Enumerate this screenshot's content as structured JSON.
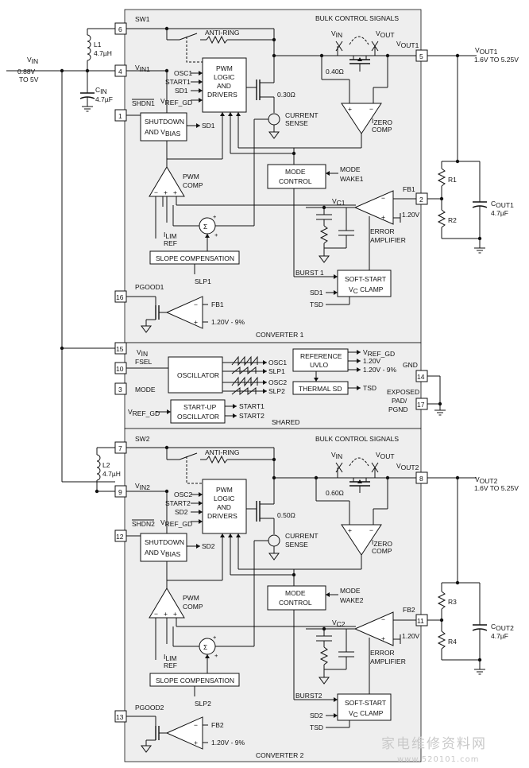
{
  "ext": {
    "vin": "V",
    "vin_sub": "IN",
    "vin_range1": "0.88V",
    "vin_range2": "TO 5V",
    "l1": "L1",
    "l1_val": "4.7µH",
    "cin": "C",
    "cin_sub": "IN",
    "cin_val": "4.7µF",
    "l2": "L2",
    "l2_val": "4.7µH",
    "vout1": "V",
    "vout1_sub": "OUT1",
    "vout1_range": "1.6V TO 5.25V",
    "vout2": "V",
    "vout2_sub": "OUT2",
    "vout2_range": "1.6V TO 5.25V",
    "r1": "R1",
    "r2": "R2",
    "r3": "R3",
    "r4": "R4",
    "cout1": "C",
    "cout1_sub": "OUT1",
    "cout1_val": "4.7µF",
    "cout2": "C",
    "cout2_sub": "OUT2",
    "cout2_val": "4.7µF"
  },
  "conv1": {
    "sw": "SW1",
    "vin_pin": "V",
    "vin_pin_sub": "IN1",
    "shdn": "SHDN1",
    "pgood": "PGOOD1",
    "fb": "FB1",
    "vout_pin": "V",
    "vout_pin_sub": "OUT1",
    "bulk": "BULK CONTROL SIGNALS",
    "sw_vin": "V",
    "sw_vin_sub": "IN",
    "sw_vout": "V",
    "sw_vout_sub": "OUT",
    "anti_ring": "ANTI-RING",
    "pwm_line1": "PWM",
    "pwm_line2": "LOGIC",
    "pwm_line3": "AND",
    "pwm_line4": "DRIVERS",
    "osc": "OSC1",
    "start": "START1",
    "sd": "SD1",
    "vref": "V",
    "vref_sub": "REF_GD",
    "shutdown_line1": "SHUTDOWN",
    "shutdown_line2": "AND V",
    "shutdown_line2_sub": "BIAS",
    "shutdown_out": "SD1",
    "r_sync": "0.40Ω",
    "r_nmos": "0.30Ω",
    "current_sense1": "CURRENT",
    "current_sense2": "SENSE",
    "izero": "I",
    "izero_sub": "ZERO",
    "izero_comp": "COMP",
    "mode_line1": "MODE",
    "mode_line2": "CONTROL",
    "mode_wake1": "MODE",
    "mode_wake2": "WAKE1",
    "pwm_comp1": "PWM",
    "pwm_comp2": "COMP",
    "ilim1": "I",
    "ilim1_sub": "LIM",
    "ilim2": "REF",
    "slope": "SLOPE COMPENSATION",
    "slp": "SLP1",
    "vc": "V",
    "vc_sub": "C1",
    "ref_120": "1.20V",
    "err1": "ERROR",
    "err2": "AMPLIFIER",
    "burst": "BURST 1",
    "softstart1": "SOFT-START",
    "softstart2": "V",
    "softstart2_sub": "C",
    "softstart2_tail": " CLAMP",
    "ss_sd": "SD1",
    "ss_tsd": "TSD",
    "pg_fb": "FB1",
    "pg_ref": "1.20V - 9%",
    "label": "CONVERTER 1"
  },
  "conv2": {
    "sw": "SW2",
    "vin_pin": "V",
    "vin_pin_sub": "IN2",
    "shdn": "SHDN2",
    "pgood": "PGOOD2",
    "fb": "FB2",
    "vout_pin": "V",
    "vout_pin_sub": "OUT2",
    "bulk": "BULK CONTROL SIGNALS",
    "sw_vin": "V",
    "sw_vin_sub": "IN",
    "sw_vout": "V",
    "sw_vout_sub": "OUT",
    "anti_ring": "ANTI-RING",
    "pwm_line1": "PWM",
    "pwm_line2": "LOGIC",
    "pwm_line3": "AND",
    "pwm_line4": "DRIVERS",
    "osc": "OSC2",
    "start": "START2",
    "sd": "SD2",
    "vref": "V",
    "vref_sub": "REF_GD",
    "shutdown_line1": "SHUTDOWN",
    "shutdown_line2": "AND V",
    "shutdown_line2_sub": "BIAS",
    "shutdown_out": "SD2",
    "r_sync": "0.60Ω",
    "r_nmos": "0.50Ω",
    "current_sense1": "CURRENT",
    "current_sense2": "SENSE",
    "izero": "I",
    "izero_sub": "ZERO",
    "izero_comp": "COMP",
    "mode_line1": "MODE",
    "mode_line2": "CONTROL",
    "mode_wake1": "MODE",
    "mode_wake2": "WAKE2",
    "pwm_comp1": "PWM",
    "pwm_comp2": "COMP",
    "ilim1": "I",
    "ilim1_sub": "LIM",
    "ilim2": "REF",
    "slope": "SLOPE COMPENSATION",
    "slp": "SLP2",
    "vc": "V",
    "vc_sub": "C2",
    "ref_120": "1.20V",
    "err1": "ERROR",
    "err2": "AMPLIFIER",
    "burst": "BURST2",
    "softstart1": "SOFT-START",
    "softstart2": "V",
    "softstart2_sub": "C",
    "softstart2_tail": " CLAMP",
    "ss_sd": "SD2",
    "ss_tsd": "TSD",
    "pg_fb": "FB2",
    "pg_ref": "1.20V - 9%",
    "label": "CONVERTER 2"
  },
  "pins": {
    "p1": "1",
    "p2": "2",
    "p3": "3",
    "p4": "4",
    "p5": "5",
    "p6": "6",
    "p7": "7",
    "p8": "8",
    "p9": "9",
    "p10": "10",
    "p11": "11",
    "p12": "12",
    "p13": "13",
    "p14": "14",
    "p15": "15",
    "p16": "16",
    "p17": "17"
  },
  "shared": {
    "vin": "V",
    "vin_sub": "IN",
    "fsel": "FSEL",
    "mode": "MODE",
    "oscillator": "OSCILLATOR",
    "osc1": "OSC1",
    "slp1": "SLP1",
    "osc2": "OSC2",
    "slp2": "SLP2",
    "ref_line1": "REFERENCE",
    "ref_line2": "UVLO",
    "ref_out1": "V",
    "ref_out1_sub": "REF_GD",
    "ref_out2": "1.20V",
    "ref_out3": "1.20V - 9%",
    "thermal": "THERMAL SD",
    "tsd": "TSD",
    "vref_in": "V",
    "vref_in_sub": "REF_GD",
    "startup1": "START-UP",
    "startup2": "OSCILLATOR",
    "start1": "START1",
    "start2": "START2",
    "gnd": "GND",
    "exposed1": "EXPOSED",
    "exposed2": "PAD/",
    "exposed3": "PGND",
    "label": "SHARED"
  },
  "watermark": {
    "cn": "家电维修资料网",
    "url": "www.520101.com"
  }
}
